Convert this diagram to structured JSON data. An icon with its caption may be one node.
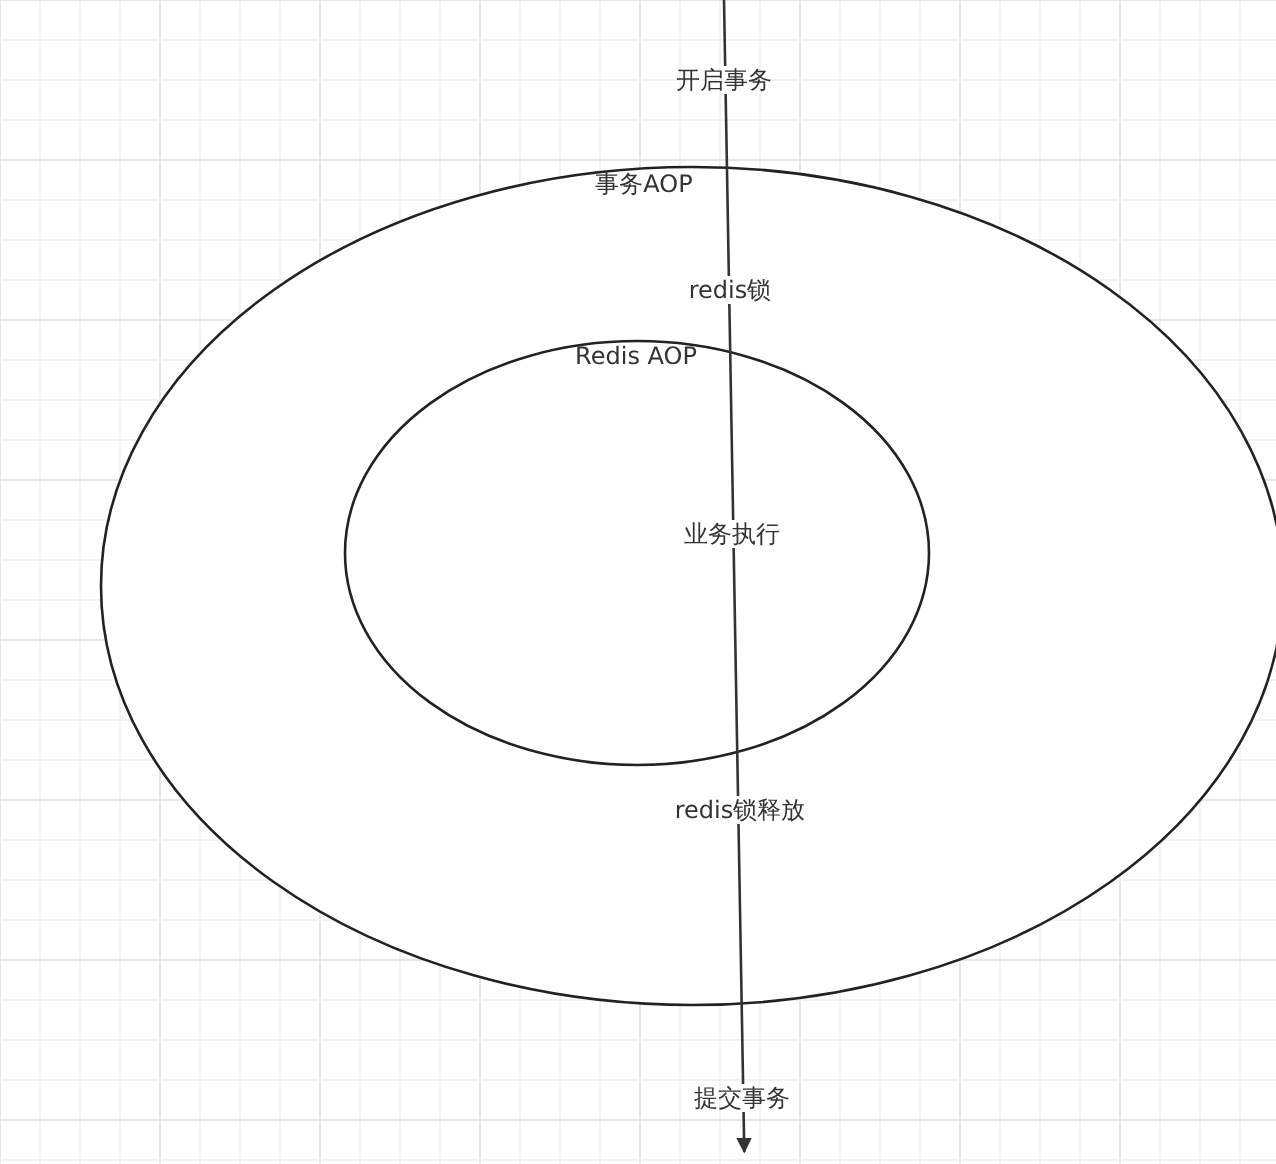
{
  "diagram": {
    "nodes": [
      {
        "text": [
          "事务AOP"
        ]
      },
      {
        "text": [
          "Redis AOP"
        ],
        "in": 0
      },
      {
        "text": [
          "开启事务"
        ]
      },
      {
        "text": [
          "redis锁"
        ],
        "in": 0
      },
      {
        "text": [
          "业务执行"
        ],
        "in": 1
      },
      {
        "text": [
          "redis锁释放"
        ],
        "in": 0
      },
      {
        "text": [
          "提交事务"
        ]
      }
    ],
    "edges": [
      {
        "from": null,
        "to": 2,
        "arrow": "none"
      },
      {
        "from": 2,
        "to": 3,
        "arrow": "none"
      },
      {
        "from": 3,
        "to": 4,
        "arrow": "none"
      },
      {
        "from": 4,
        "to": 5,
        "arrow": "none"
      },
      {
        "from": 5,
        "to": 6,
        "arrow": "none"
      },
      {
        "from": 6,
        "to": null,
        "arrow": "to"
      }
    ]
  }
}
